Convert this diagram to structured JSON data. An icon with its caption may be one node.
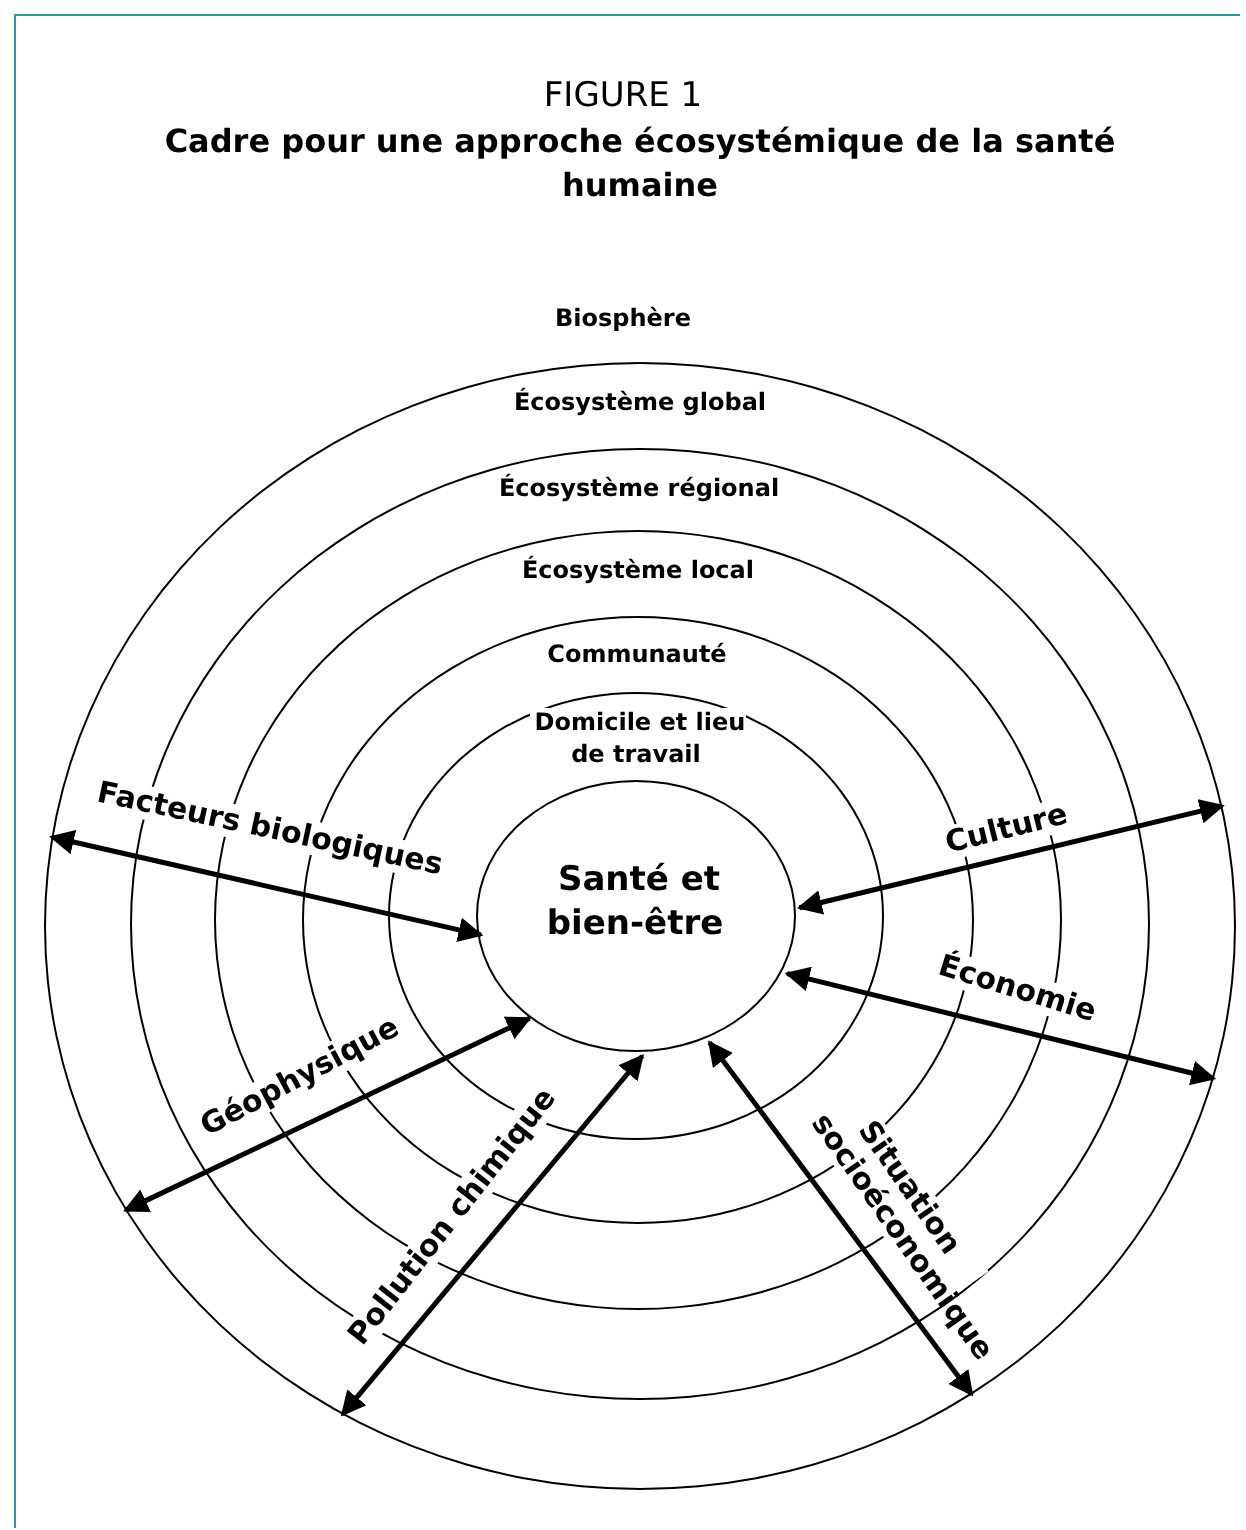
{
  "diagram": {
    "title": "Cadre pour une approche écosystémique de la santé humaine",
    "nodes": [
      {
        "text": [
          "Écosystème global"
        ]
      },
      {
        "text": [
          "Écosystème régional"
        ],
        "in": 0
      },
      {
        "text": [
          "Écosystème local"
        ],
        "in": 1
      },
      {
        "text": [
          "Communauté"
        ],
        "in": 2
      },
      {
        "text": [
          "Domicile et lieu de travail"
        ],
        "in": 3
      },
      {
        "text": [
          "Santé et bien-être"
        ],
        "in": 4
      }
    ],
    "edges": [
      {
        "from": 5,
        "to": 0,
        "arrow": "both",
        "label": "Facteurs biologiques"
      },
      {
        "from": 5,
        "to": 0,
        "arrow": "both",
        "label": "Culture"
      },
      {
        "from": 5,
        "to": 0,
        "arrow": "both",
        "label": "Économie"
      },
      {
        "from": 5,
        "to": 0,
        "arrow": "both",
        "label": "Géophysique"
      },
      {
        "from": 5,
        "to": 0,
        "arrow": "both",
        "label": "Pollution chimique"
      },
      {
        "from": 5,
        "to": 0,
        "arrow": "both",
        "label": "Situation socioéconomique"
      }
    ],
    "labels": [
      "FIGURE 1",
      "Biosphère"
    ]
  }
}
